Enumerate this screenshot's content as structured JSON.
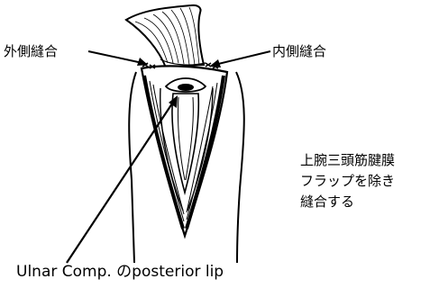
{
  "labels": {
    "lateral_suture": "外側縫合",
    "medial_suture": "内側縫合",
    "flap_line1": "上腕三頭筋腱膜",
    "flap_line2": "フラップを除き",
    "flap_line3": "縫合する",
    "component": "Ulnar Comp. のposterior lip"
  }
}
